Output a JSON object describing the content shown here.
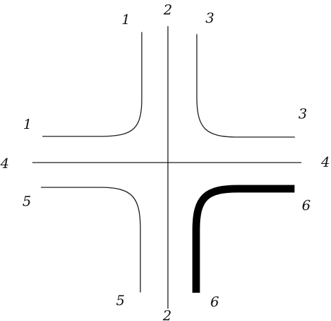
{
  "labels": {
    "curve1_top": "1",
    "curve1_left": "1",
    "axis_v_top": "2",
    "axis_v_bottom": "2",
    "curve3_top": "3",
    "curve3_right": "3",
    "axis_h_left": "4",
    "axis_h_right": "4",
    "curve5_left": "5",
    "curve5_bottom": "5",
    "curve6_right": "6",
    "curve6_bottom": "6"
  },
  "highlighted_curve": "6",
  "colors": {
    "stroke": "#1a1a1a",
    "highlight": "#000000",
    "background": "#ffffff"
  }
}
